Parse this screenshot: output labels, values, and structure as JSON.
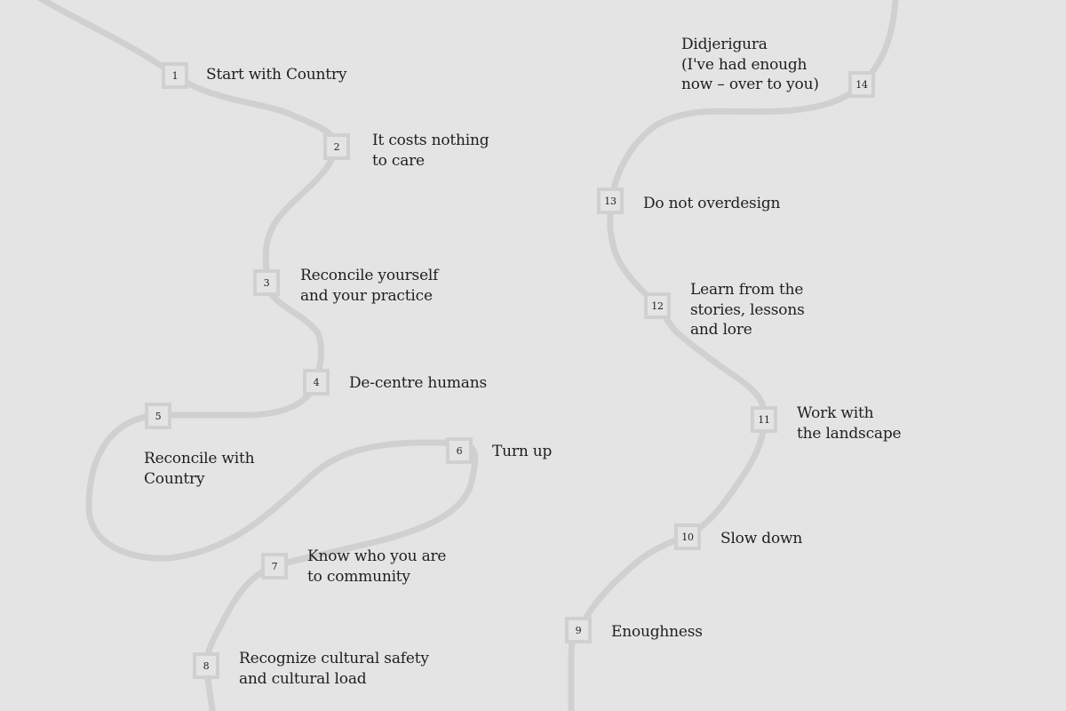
{
  "diagram": {
    "background_color": "#e4e4e4",
    "path_color": "#d0d0d0",
    "text_color": "#1f1f1f",
    "steps": [
      {
        "number": "1",
        "label": "Start with Country"
      },
      {
        "number": "2",
        "label": "It costs nothing\nto care"
      },
      {
        "number": "3",
        "label": "Reconcile yourself\nand your practice"
      },
      {
        "number": "4",
        "label": "De-centre humans"
      },
      {
        "number": "5",
        "label": "Reconcile with\nCountry"
      },
      {
        "number": "6",
        "label": "Turn up"
      },
      {
        "number": "7",
        "label": "Know who you are\nto community"
      },
      {
        "number": "8",
        "label": "Recognize cultural safety\nand cultural load"
      },
      {
        "number": "9",
        "label": "Enoughness"
      },
      {
        "number": "10",
        "label": "Slow down"
      },
      {
        "number": "11",
        "label": "Work with\nthe landscape"
      },
      {
        "number": "12",
        "label": "Learn from the\nstories, lessons\nand lore"
      },
      {
        "number": "13",
        "label": "Do not overdesign"
      },
      {
        "number": "14",
        "label": "Didjerigura\n(I've had enough\nnow – over to you)"
      }
    ]
  }
}
